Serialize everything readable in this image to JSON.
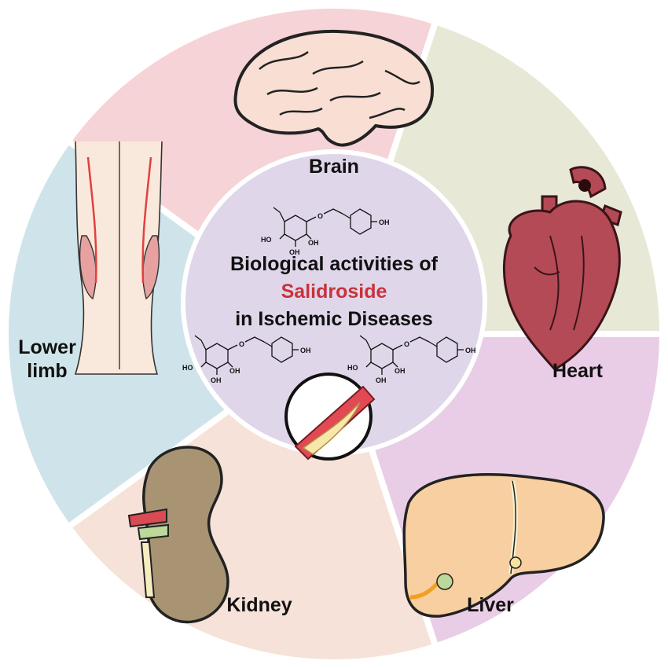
{
  "center": {
    "line1": "Biological activities of",
    "line2": "Salidroside",
    "line3": "in Ischemic Diseases"
  },
  "segments": [
    {
      "key": "brain",
      "label": "Brain",
      "color": "#cfe4ea"
    },
    {
      "key": "heart",
      "label": "Heart",
      "color": "#f6d3d6"
    },
    {
      "key": "liver",
      "label": "Liver",
      "color": "#e8e8d6"
    },
    {
      "key": "kidney",
      "label": "Kidney",
      "color": "#e9cde6"
    },
    {
      "key": "lower-limb",
      "label_line1": "Lower",
      "label_line2": "limb",
      "color": "#f6e2d8"
    }
  ],
  "chem_labels": {
    "oh": "OH",
    "ho": "HO",
    "o": "O"
  },
  "colors": {
    "center_fill": "#e0d6ea",
    "highlight_text": "#c8323c",
    "brain_fill": "#f8ded3",
    "heart_fill": "#b44a55",
    "liver_fill": "#f7cfa0",
    "kidney_fill": "#a89473"
  }
}
